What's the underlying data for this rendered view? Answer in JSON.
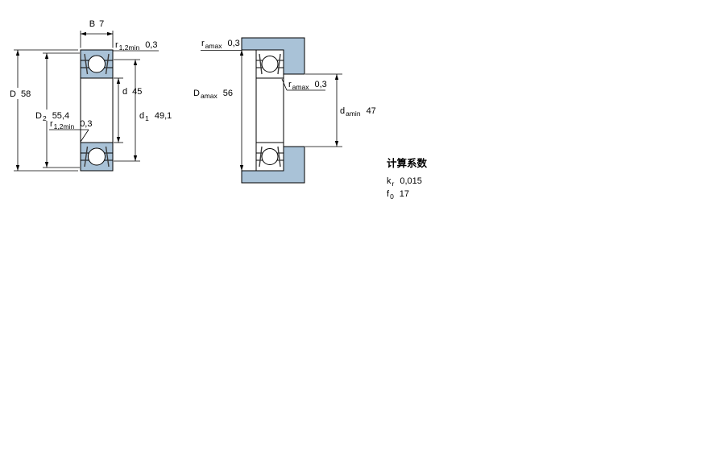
{
  "colors": {
    "steel_fill": "#a9c2d7",
    "outline": "#000000",
    "background": "#ffffff"
  },
  "left_figure": {
    "dim_B": {
      "sym": "B",
      "val": "7"
    },
    "dim_r_top": {
      "sym": "r",
      "sub": "1,2min",
      "val": "0,3"
    },
    "dim_D": {
      "sym": "D",
      "val": "58"
    },
    "dim_D2": {
      "sym": "D",
      "sub": "2",
      "val": "55,4"
    },
    "dim_r_bottom": {
      "sym": "r",
      "sub": "1,2min",
      "val": "0,3"
    },
    "dim_d": {
      "sym": "d",
      "val": "45"
    },
    "dim_d1": {
      "sym": "d",
      "sub": "1",
      "val": "49,1"
    }
  },
  "middle_figure": {
    "dim_ra_top": {
      "sym": "r",
      "sub": "amax",
      "val": "0,3"
    },
    "dim_Da": {
      "sym": "D",
      "sub": "amax",
      "val": "56"
    },
    "dim_ra_mid": {
      "sym": "r",
      "sub": "amax",
      "val": "0,3"
    },
    "dim_da": {
      "sym": "d",
      "sub": "amin",
      "val": "47"
    }
  },
  "calculation_factors": {
    "title": "计算系数",
    "rows": [
      {
        "sym": "k",
        "sub": "r",
        "val": "0,015"
      },
      {
        "sym": "f",
        "sub": "0",
        "val": "17"
      }
    ]
  }
}
